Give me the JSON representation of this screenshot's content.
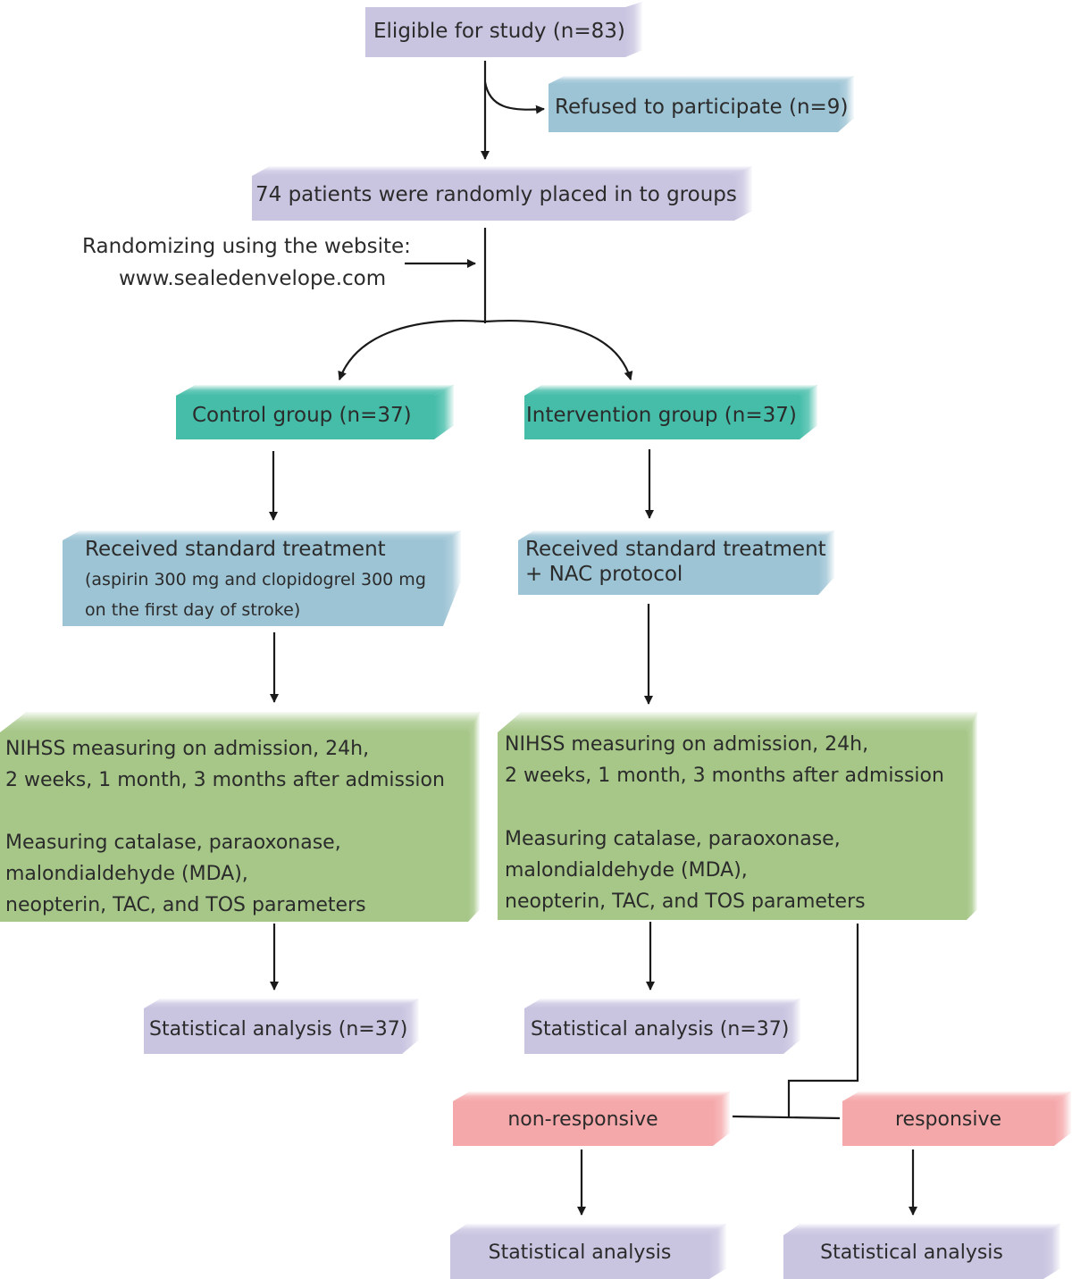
{
  "colors": {
    "lavender": "#c9c5e1",
    "blue": "#9dc4d5",
    "teal": "#45bda9",
    "green": "#a6c788",
    "pink": "#f5a8aa",
    "arrow": "#1a1a1a"
  },
  "nodes": {
    "eligible": "Eligible for study (n=83)",
    "refused": "Refused to participate (n=9)",
    "randomized": "74 patients were randomly placed in to groups",
    "randomizing_note_line1": "Randomizing using the website:",
    "randomizing_note_line2": "www.sealedenvelope.com",
    "control": "Control group (n=37)",
    "intervention": "Intervention group (n=37)",
    "control_treatment_title": "Received standard treatment",
    "control_treatment_detail_line1": "(aspirin 300 mg and clopidogrel 300 mg",
    "control_treatment_detail_line2": "on the first day of stroke)",
    "intervention_treatment_line1": "Received standard treatment",
    "intervention_treatment_line2": "+ NAC protocol",
    "measure_line1": "NIHSS measuring on admission, 24h,",
    "measure_line2": "2 weeks, 1 month, 3 months after admission",
    "measure_line3": "Measuring catalase, paraoxonase,",
    "measure_line4": "malondialdehyde (MDA),",
    "measure_line5": "neopterin, TAC, and TOS parameters",
    "stat_control": "Statistical analysis (n=37)",
    "stat_intervention": "Statistical analysis (n=37)",
    "non_responsive": "non-responsive",
    "responsive": "responsive",
    "stat_non_responsive": "Statistical analysis",
    "stat_responsive": "Statistical analysis"
  }
}
